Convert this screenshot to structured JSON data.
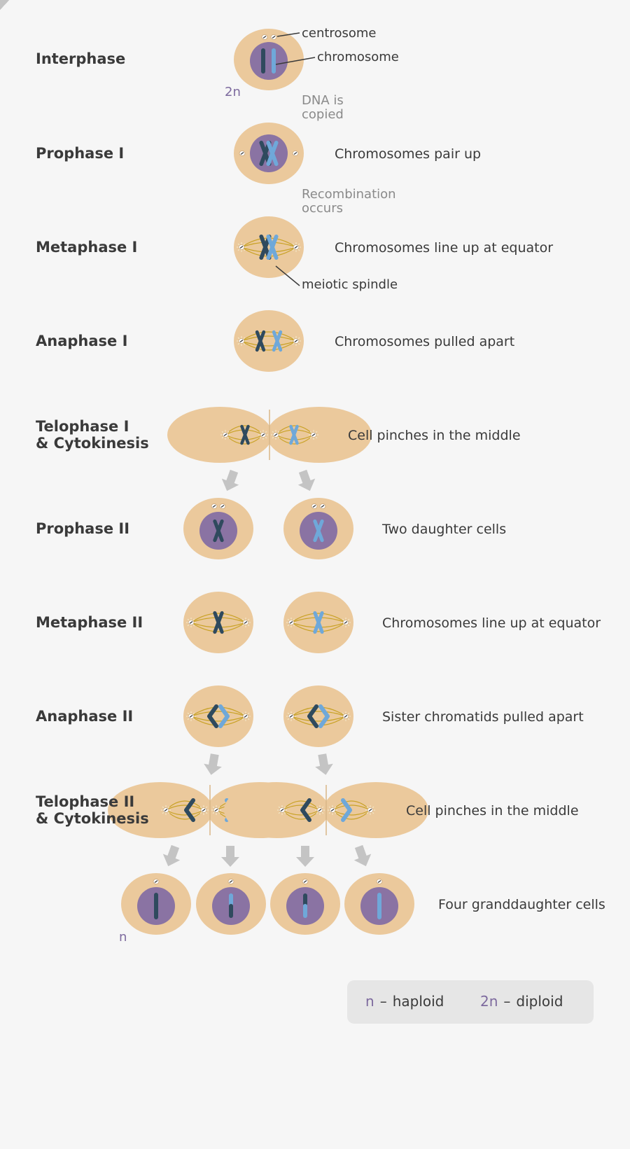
{
  "stages": [
    {
      "label": "Interphase",
      "description": ""
    },
    {
      "label": "Prophase I",
      "description": "Chromosomes pair up"
    },
    {
      "label": "Metaphase I",
      "description": "Chromosomes line up at equator"
    },
    {
      "label": "Anaphase I",
      "description": "Chromosomes pulled apart"
    },
    {
      "label": "Telophase I\n& Cytokinesis",
      "description": "Cell pinches in the middle"
    },
    {
      "label": "Prophase II",
      "description": "Two daughter cells"
    },
    {
      "label": "Metaphase II",
      "description": "Chromosomes line up at equator"
    },
    {
      "label": "Anaphase II",
      "description": "Sister chromatids pulled apart"
    },
    {
      "label": "Telophase II\n& Cytokinesis",
      "description": "Cell pinches in the middle"
    },
    {
      "label": "",
      "description": "Four granddaughter cells"
    }
  ],
  "notes": {
    "dna_copied": "DNA is\ncopied",
    "recombination": "Recombination\noccurs"
  },
  "callouts": {
    "centrosome": "centrosome",
    "chromosome": "chromosome",
    "spindle": "meiotic spindle"
  },
  "ploidy": {
    "diploid_mark": "2n",
    "haploid_mark": "n"
  },
  "legend": {
    "haploid_symbol": "n",
    "haploid_label": "haploid",
    "diploid_symbol": "2n",
    "diploid_label": "diploid",
    "separator": "–"
  },
  "colors": {
    "cell_fill": "#ebc99c",
    "nucleus_fill": "#8a73a3",
    "chromosome_dark": "#2f4a5e",
    "chromosome_light": "#6fa8d9",
    "spindle": "#c9a227",
    "arrow": "#c4c4c4",
    "ploidy_text": "#7d6a9e"
  }
}
